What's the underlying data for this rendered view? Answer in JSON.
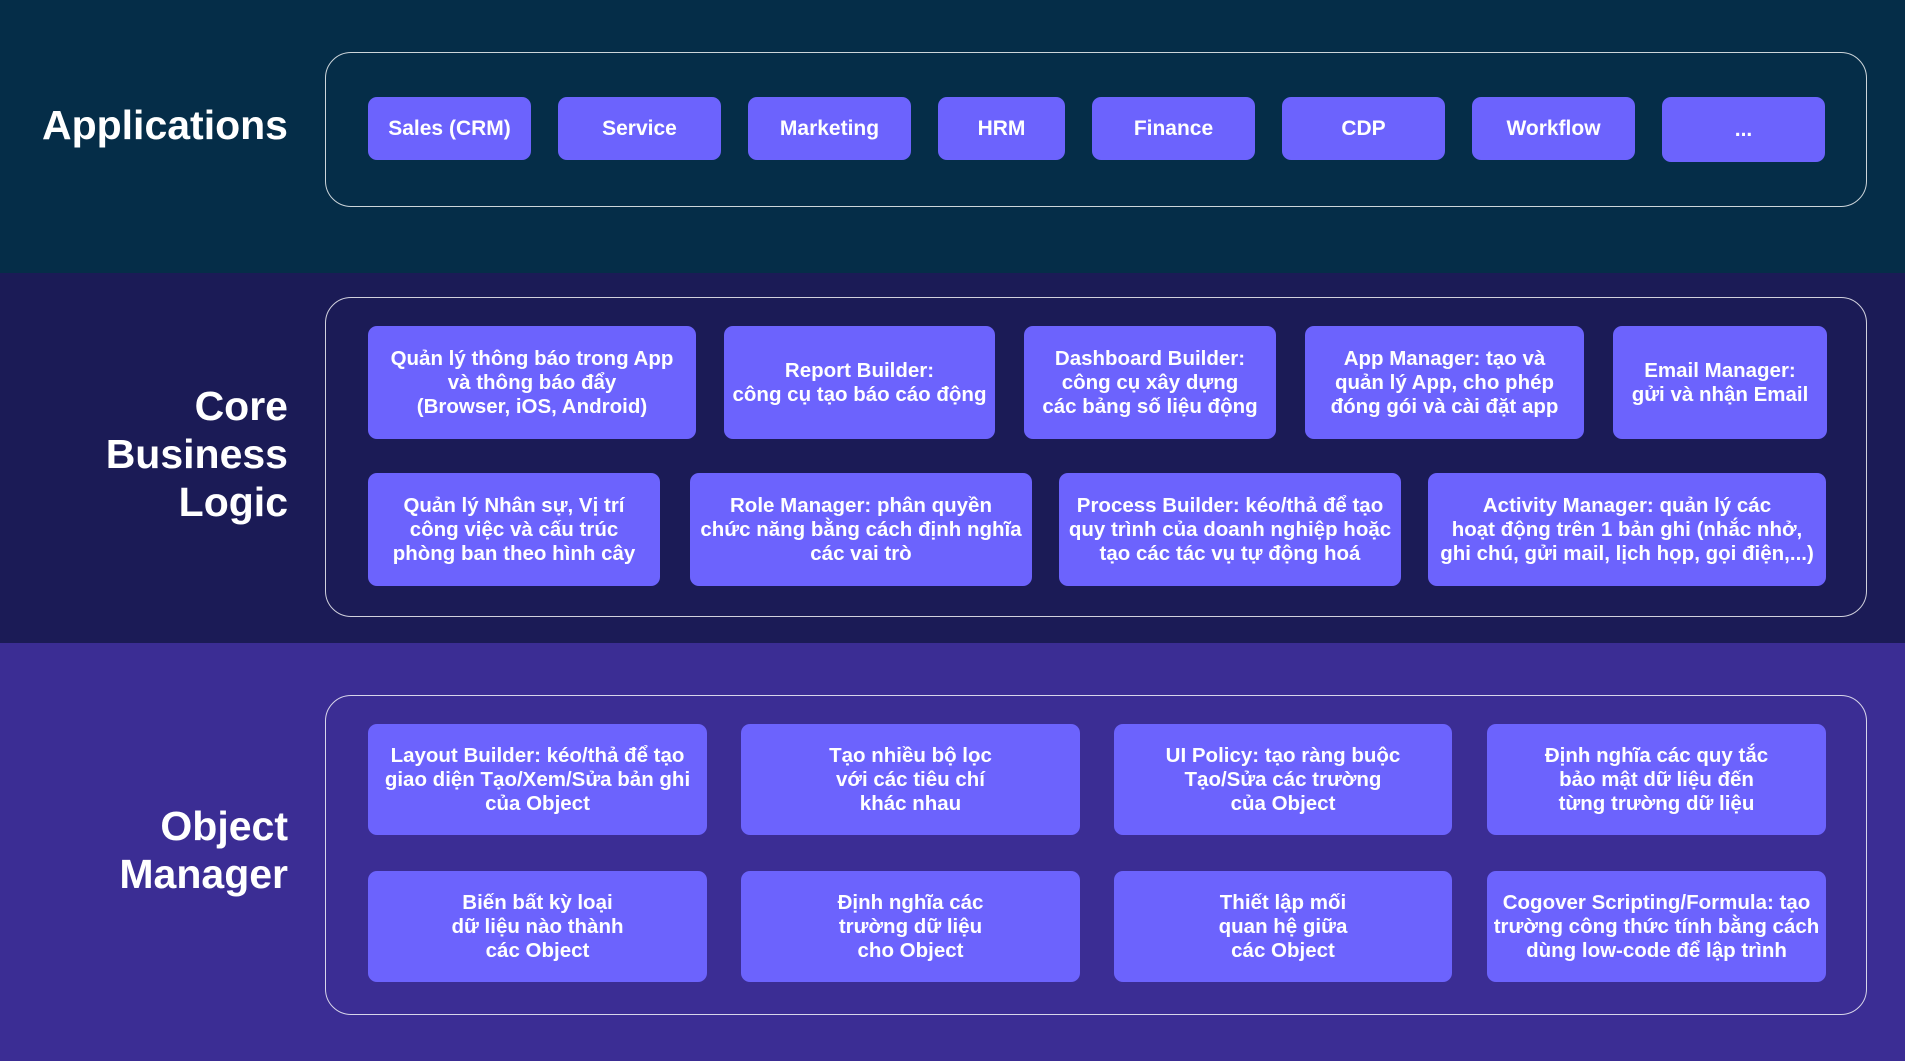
{
  "sections": {
    "applications": {
      "title": "Applications",
      "items": [
        "Sales (CRM)",
        "Service",
        "Marketing",
        "HRM",
        "Finance",
        "CDP",
        "Workflow",
        "..."
      ]
    },
    "core": {
      "title": "Core\nBusiness\nLogic",
      "row1": [
        "Quản lý thông báo trong App\nvà thông báo đẩy\n(Browser, iOS, Android)",
        "Report Builder:\ncông cụ tạo báo cáo động",
        "Dashboard Builder:\ncông cụ xây dựng\ncác bảng số liệu động",
        "App Manager: tạo và\nquản lý App, cho phép\nđóng gói và cài đặt app",
        "Email Manager:\ngửi và nhận Email"
      ],
      "row2": [
        "Quản lý Nhân sự, Vị trí\ncông việc và cấu trúc\nphòng ban theo hình cây",
        "Role Manager: phân quyền\nchức năng bằng cách định nghĩa\ncác vai trò",
        "Process Builder: kéo/thả để tạo\nquy trình của doanh nghiệp hoặc\ntạo các tác vụ tự động hoá",
        "Activity Manager: quản lý các\nhoạt động trên 1 bản ghi (nhắc nhở,\nghi chú, gửi mail, lịch họp, gọi điện,...)"
      ]
    },
    "object": {
      "title": "Object\nManager",
      "row1": [
        "Layout Builder: kéo/thả để tạo\ngiao diện Tạo/Xem/Sửa bản ghi\ncủa Object",
        "Tạo nhiều bộ lọc\nvới các tiêu chí\nkhác nhau",
        "UI Policy: tạo ràng buộc\nTạo/Sửa các trường\ncủa Object",
        "Định nghĩa các quy tắc\nbảo mật dữ liệu đến\ntừng trường dữ liệu"
      ],
      "row2": [
        "Biến bất kỳ loại\ndữ liệu nào thành\ncác Object",
        "Định nghĩa các\ntrường dữ liệu\ncho Object",
        "Thiết lập mối\nquan hệ giữa\ncác Object",
        "Cogover Scripting/Formula: tạo\ntrường công thức tính bằng cách\ndùng low-code để lập trình"
      ]
    }
  },
  "colors": {
    "apps_band": "#052d48",
    "core_band": "#1b1b56",
    "object_band": "#3b2d94",
    "box": "#6c63fd",
    "text": "#ffffff"
  }
}
